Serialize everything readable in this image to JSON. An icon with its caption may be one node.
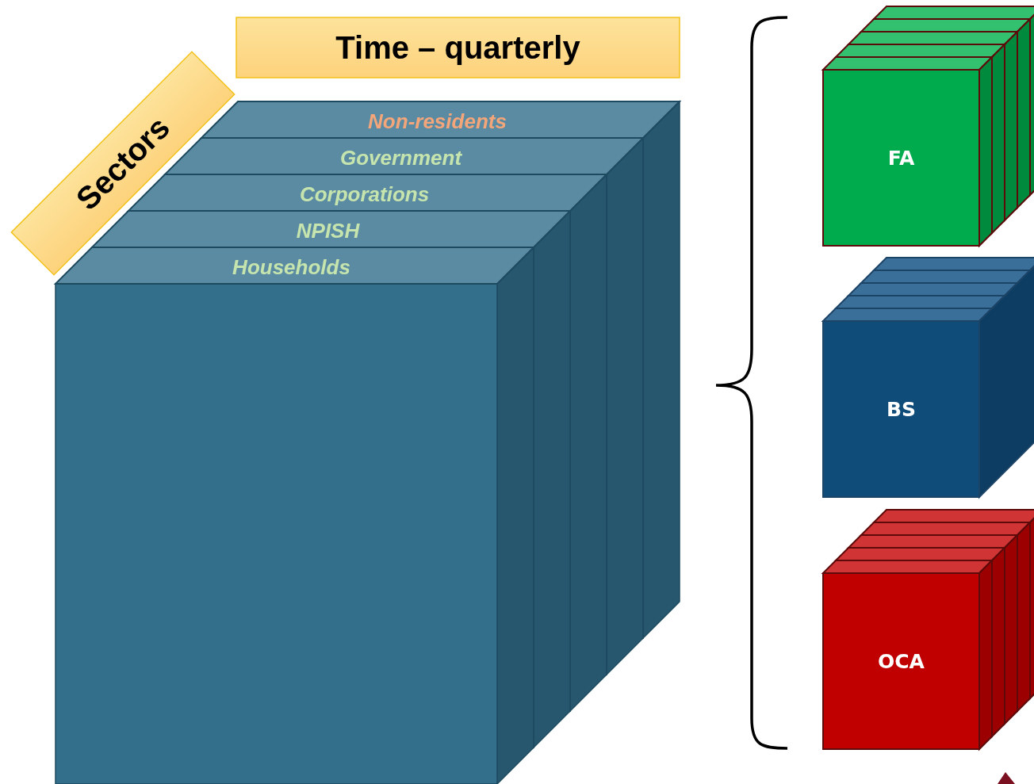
{
  "diagram": {
    "nodes": [
      {
        "text": [
          "Time – quarterly"
        ]
      },
      {
        "text": [
          "Sectors"
        ]
      },
      {
        "text": [
          "Non-residents"
        ]
      },
      {
        "text": [
          "Government"
        ]
      },
      {
        "text": [
          "Corporations"
        ]
      },
      {
        "text": [
          "NPISH"
        ]
      },
      {
        "text": [
          "Households"
        ]
      },
      {
        "text": [
          "FA"
        ]
      },
      {
        "text": [
          "BS"
        ]
      },
      {
        "text": [
          "OCA"
        ]
      }
    ]
  }
}
